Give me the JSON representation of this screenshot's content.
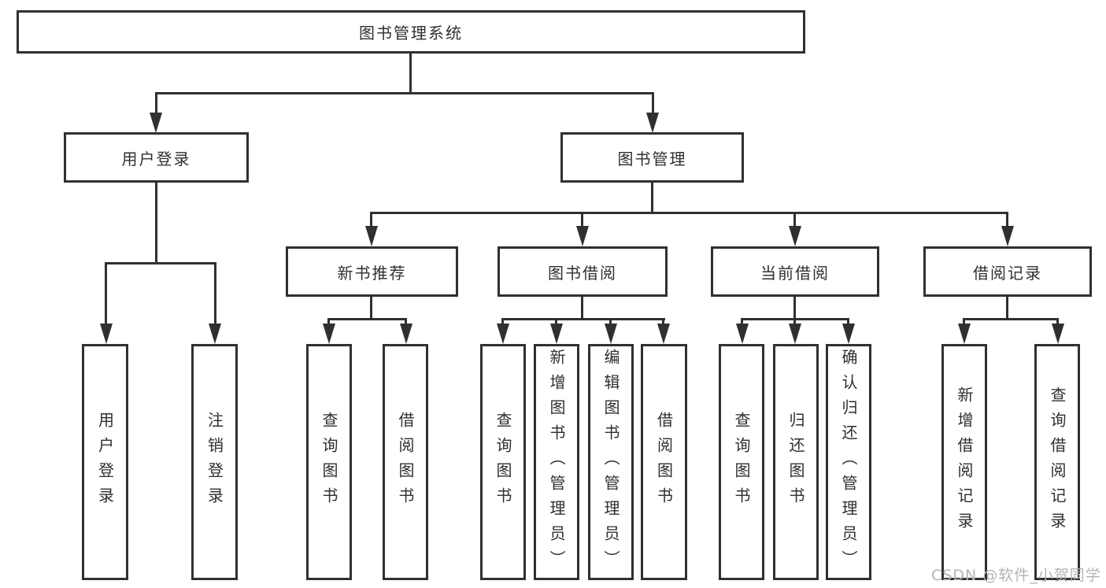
{
  "diagram": {
    "root": {
      "label": "图书管理系统"
    },
    "level2": [
      {
        "id": "user-login",
        "label": "用户登录"
      },
      {
        "id": "book-management",
        "label": "图书管理"
      }
    ],
    "level3": [
      {
        "id": "new-book-recommend",
        "label": "新书推荐"
      },
      {
        "id": "book-borrowing",
        "label": "图书借阅"
      },
      {
        "id": "current-borrowing",
        "label": "当前借阅"
      },
      {
        "id": "borrowing-records",
        "label": "借阅记录"
      }
    ],
    "leaves": [
      {
        "group": "user-login",
        "label": "用户登录"
      },
      {
        "group": "user-login",
        "label": "注销登录"
      },
      {
        "group": "new-book-recommend",
        "label": "查询图书"
      },
      {
        "group": "new-book-recommend",
        "label": "借阅图书"
      },
      {
        "group": "book-borrowing",
        "label": "查询图书"
      },
      {
        "group": "book-borrowing",
        "label": "新增图书（管理员）"
      },
      {
        "group": "book-borrowing",
        "label": "编辑图书（管理员）"
      },
      {
        "group": "book-borrowing",
        "label": "借阅图书"
      },
      {
        "group": "current-borrowing",
        "label": "查询图书"
      },
      {
        "group": "current-borrowing",
        "label": "归还图书"
      },
      {
        "group": "current-borrowing",
        "label": "确认归还（管理员）"
      },
      {
        "group": "borrowing-records",
        "label": "新增借阅记录"
      },
      {
        "group": "borrowing-records",
        "label": "查询借阅记录"
      }
    ],
    "watermark": "CSDN @软件_小贺同学",
    "colors": {
      "line": "#303030",
      "text": "#2f2f2f",
      "background": "#ffffff",
      "watermark": "#b4b4b4"
    }
  }
}
